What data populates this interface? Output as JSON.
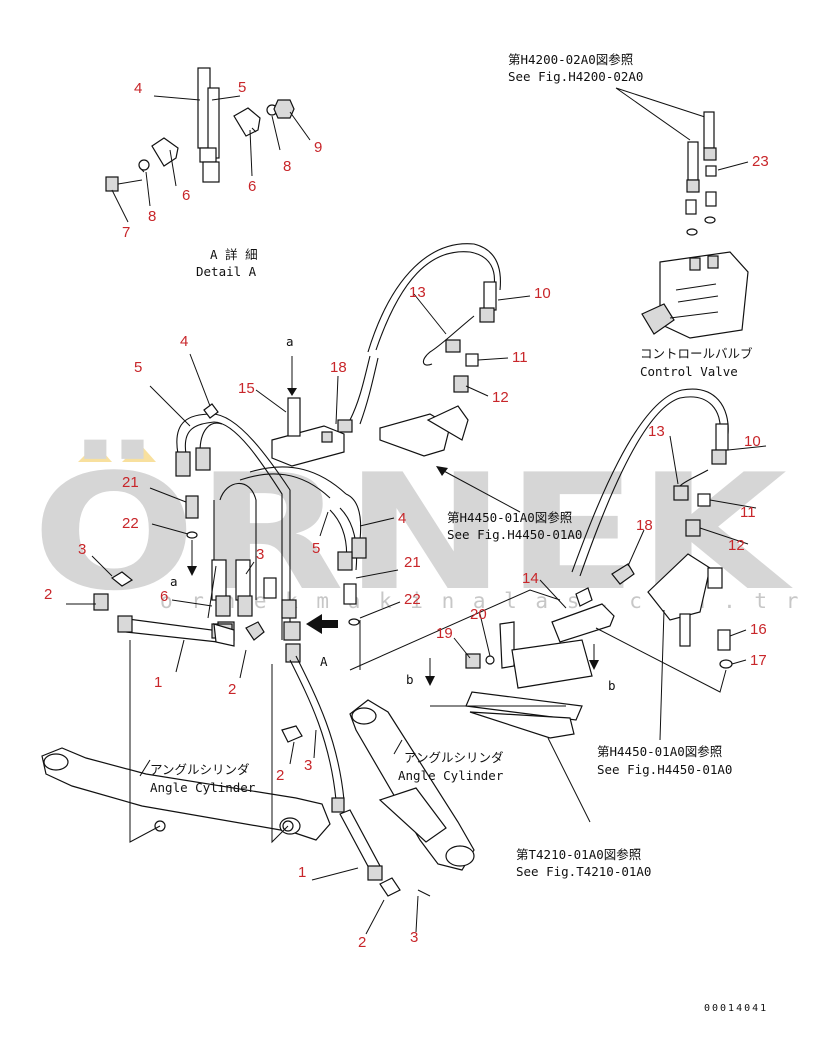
{
  "watermark": {
    "brand": "ÖRNEK",
    "url": "o r n e k m a k i n a l a s . c o m . t r"
  },
  "captions": {
    "detail_a_jp": "A 詳 細",
    "detail_a_en": "Detail A",
    "control_valve_jp": "コントロールバルブ",
    "control_valve_en": "Control Valve",
    "angle_cyl_left_jp": "アングルシリンダ",
    "angle_cyl_left_en": "Angle Cylinder",
    "angle_cyl_right_jp": "アングルシリンダ",
    "angle_cyl_right_en": "Angle Cylinder"
  },
  "references": {
    "h4200_jp": "第H4200-02A0図参照",
    "h4200_en": "See Fig.H4200-02A0",
    "h4450_mid_jp": "第H4450-01A0図参照",
    "h4450_mid_en": "See Fig.H4450-01A0",
    "h4450_right_jp": "第H4450-01A0図参照",
    "h4450_right_en": "See Fig.H4450-01A0",
    "t4210_jp": "第T4210-01A0図参照",
    "t4210_en": "See Fig.T4210-01A0"
  },
  "view_letters": {
    "a_top": "a",
    "a_left": "a",
    "big_a": "A",
    "b_left": "b",
    "b_right": "b"
  },
  "part_numbers": {
    "d4": "4",
    "d5": "5",
    "d6a": "6",
    "d6b": "6",
    "d7": "7",
    "d8a": "8",
    "d8b": "8",
    "d9": "9",
    "n23": "23",
    "n13a": "13",
    "n10a": "10",
    "n11a": "11",
    "n12a": "12",
    "n18a": "18",
    "n15": "15",
    "n4a": "4",
    "n5a": "5",
    "n21a": "21",
    "n22a": "22",
    "n3a": "3",
    "n2a": "2",
    "n6": "6",
    "n3b": "3",
    "n5b": "5",
    "n4b": "4",
    "n21b": "21",
    "n22b": "22",
    "n1a": "1",
    "n2b": "2",
    "n13b": "13",
    "n10b": "10",
    "n11b": "11",
    "n18b": "18",
    "n12b": "12",
    "n14": "14",
    "n20": "20",
    "n19": "19",
    "n16": "16",
    "n17": "17",
    "n2c": "2",
    "n3c": "3",
    "n1b": "1",
    "n2d": "2",
    "n3d": "3"
  },
  "drawing_code": "00014041"
}
